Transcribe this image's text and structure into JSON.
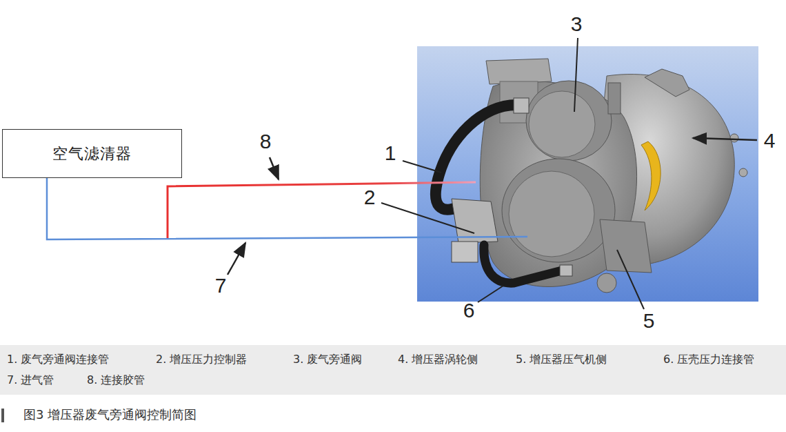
{
  "diagram": {
    "caption": "图3 增压器废气旁通阀控制简图",
    "nodes": [
      {
        "text": [
          "空气滤清器"
        ]
      }
    ],
    "labels": [
      "8",
      "1",
      "3",
      "4",
      "2",
      "7",
      "6",
      "5",
      "1. 废气旁通阀连接管",
      "2. 增压压力控制器",
      "3. 废气旁通阀",
      "4. 增压器涡轮侧",
      "5. 增压器压气机侧",
      "6. 压壳压力连接管",
      "7. 进气管",
      "8. 连接胶管"
    ]
  }
}
